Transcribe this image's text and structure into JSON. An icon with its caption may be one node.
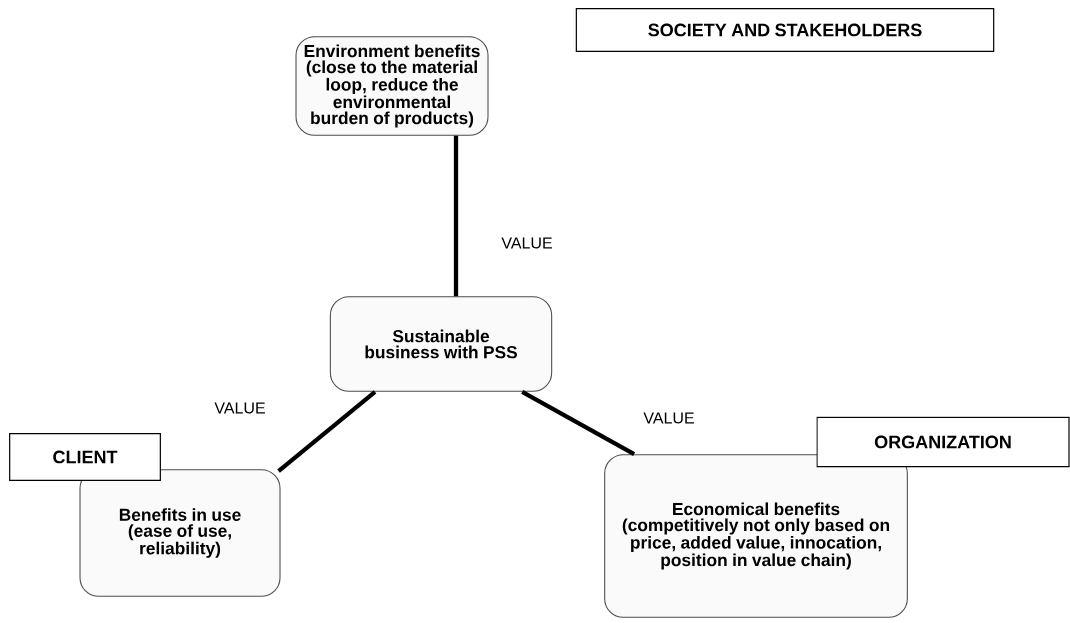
{
  "diagram": {
    "nodes": [
      {
        "text": [
          "Environment benefits",
          "(close to the material loop, reduce the environmental burden of products)"
        ]
      },
      {
        "text": [
          "SOCIETY AND STAKEHOLDERS"
        ]
      },
      {
        "text": [
          "Sustainable business with PSS"
        ]
      },
      {
        "text": [
          "CLIENT"
        ]
      },
      {
        "text": [
          "Benefits in use",
          "(ease of use, reliability)"
        ]
      },
      {
        "text": [
          "ORGANIZATION"
        ]
      },
      {
        "text": [
          "Economical benefits",
          "(competitively not only based on price, added value, innocation, position in value chain)"
        ]
      }
    ],
    "edges": [
      {
        "from": 2,
        "to": 0,
        "arrow": "none",
        "label": "VALUE"
      },
      {
        "from": 2,
        "to": 4,
        "arrow": "none",
        "label": "VALUE"
      },
      {
        "from": 2,
        "to": 6,
        "arrow": "none",
        "label": "VALUE"
      }
    ]
  }
}
